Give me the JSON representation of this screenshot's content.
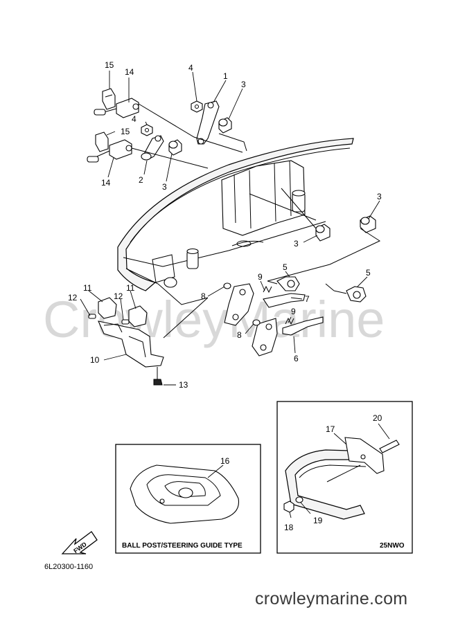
{
  "watermark": "CrowleyMarine",
  "diagram_code": "6L20300-1160",
  "footer_site": "crowleymarine.com",
  "fwd_label": "FWD",
  "box_left_caption": "BALL POST/STEERING GUIDE TYPE",
  "box_right_caption": "25NWO",
  "callouts": {
    "c15a": "15",
    "c14a": "14",
    "c4a": "4",
    "c1": "1",
    "c3a": "3",
    "c4b": "4",
    "c15b": "15",
    "c2": "2",
    "c3b": "3",
    "c14b": "14",
    "c3c": "3",
    "c3d": "3",
    "c5a": "5",
    "c5b": "5",
    "c9a": "9",
    "c7": "7",
    "c8a": "8",
    "c9b": "9",
    "c8b": "8",
    "c6": "6",
    "c11a": "11",
    "c11b": "11",
    "c12a": "12",
    "c12b": "12",
    "c10": "10",
    "c13": "13",
    "c16": "16",
    "c17": "17",
    "c20": "20",
    "c18": "18",
    "c19": "19"
  }
}
